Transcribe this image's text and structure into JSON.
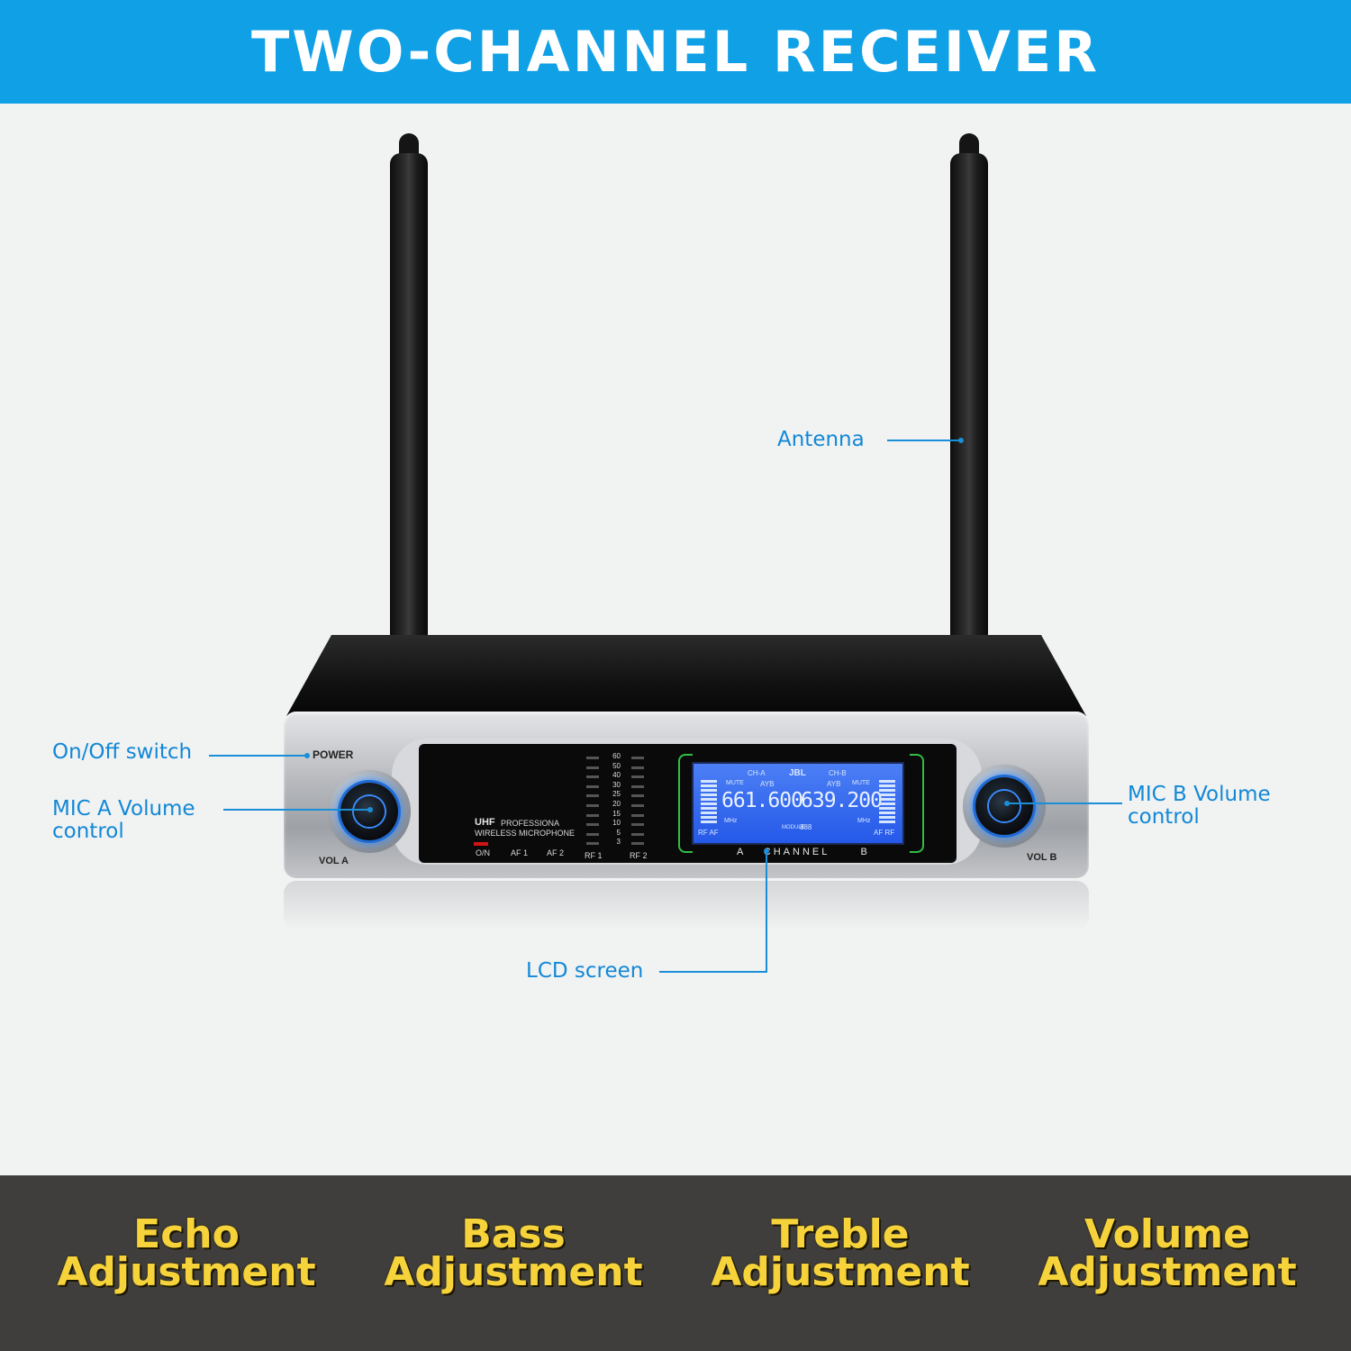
{
  "header": {
    "title": "TWO-CHANNEL RECEIVER",
    "background_color": "#10a0e6"
  },
  "callouts": {
    "antenna": "Antenna",
    "onoff": "On/Off switch",
    "mic_a_line1": "MIC A Volume",
    "mic_a_line2": "control",
    "mic_b_line1": "MIC B Volume",
    "mic_b_line2": "control",
    "lcd": "LCD screen",
    "color": "#1288d6"
  },
  "device": {
    "power_label": "POWER",
    "vol_a_label": "VOL A",
    "vol_b_label": "VOL B",
    "uhf_brand": "UHF",
    "uhf_professional": "PROFESSIONA",
    "uhf_wireless": "WIRELESS MICROPHONE",
    "indicator_on": "O/N",
    "indicator_af1": "AF 1",
    "indicator_af2": "AF 2",
    "indicator_rf1": "RF 1",
    "indicator_rf2": "RF 2",
    "meter_scale": [
      "60",
      "50",
      "40",
      "30",
      "25",
      "20",
      "15",
      "10",
      "5",
      "3"
    ],
    "channel_a": "A",
    "channel_word": "CHANNEL",
    "channel_b": "B"
  },
  "lcd": {
    "ch_a": "CH-A",
    "ch_b": "CH-B",
    "brand": "JBL",
    "ayb_a": "AYB",
    "ayb_b": "AYB",
    "mute_a": "MUTE",
    "mute_b": "MUTE",
    "freq_a": "661.600",
    "freq_b": "639.200",
    "mhz_a": "MHz",
    "mhz_b": "MHz",
    "rf_af_left": "RF AF",
    "af_rf_right": "AF RF",
    "module": "MODULE",
    "module_num": "888"
  },
  "features": [
    {
      "line1": "Echo",
      "line2": "Adjustment"
    },
    {
      "line1": "Bass",
      "line2": "Adjustment"
    },
    {
      "line1": "Treble",
      "line2": "Adjustment"
    },
    {
      "line1": "Volume",
      "line2": "Adjustment"
    }
  ],
  "feature_text_color": "#f6d33a",
  "bottom_bar_color": "#3f3e3d"
}
